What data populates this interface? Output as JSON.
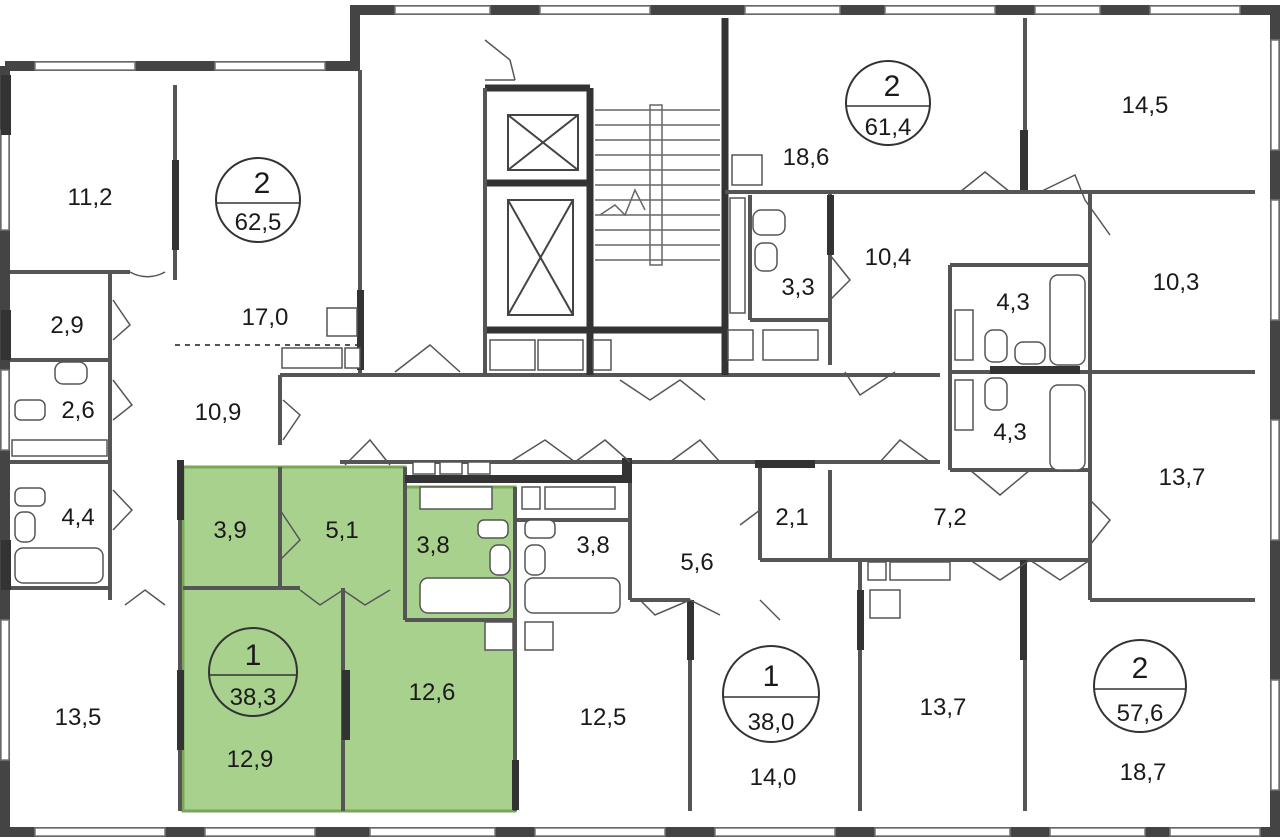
{
  "colors": {
    "wall": "#444444",
    "wall_dark": "#2b2b2b",
    "highlight": "#a9d18e",
    "highlight_stroke": "#7aa65a",
    "text": "#1a1a1a"
  },
  "apartments": [
    {
      "id": "apt-a",
      "rooms": "2",
      "area": "62,5"
    },
    {
      "id": "apt-b",
      "rooms": "2",
      "area": "61,4"
    },
    {
      "id": "apt-c",
      "rooms": "1",
      "area": "38,3"
    },
    {
      "id": "apt-d",
      "rooms": "1",
      "area": "38,0"
    },
    {
      "id": "apt-e",
      "rooms": "2",
      "area": "57,6"
    }
  ],
  "rooms": {
    "r01": "11,2",
    "r02": "17,0",
    "r03": "2,9",
    "r04": "2,6",
    "r05": "10,9",
    "r06": "4,4",
    "r07": "13,5",
    "r08": "3,9",
    "r09": "5,1",
    "r10": "3,8",
    "r11": "12,9",
    "r12": "12,6",
    "r13": "3,8",
    "r14": "12,5",
    "r15": "5,6",
    "r16": "2,1",
    "r17": "14,0",
    "r18": "18,6",
    "r19": "3,3",
    "r20": "10,4",
    "r21": "4,3",
    "r22": "4,3",
    "r23": "14,5",
    "r24": "10,3",
    "r25": "13,7",
    "r26": "7,2",
    "r27": "13,7",
    "r28": "18,7"
  }
}
